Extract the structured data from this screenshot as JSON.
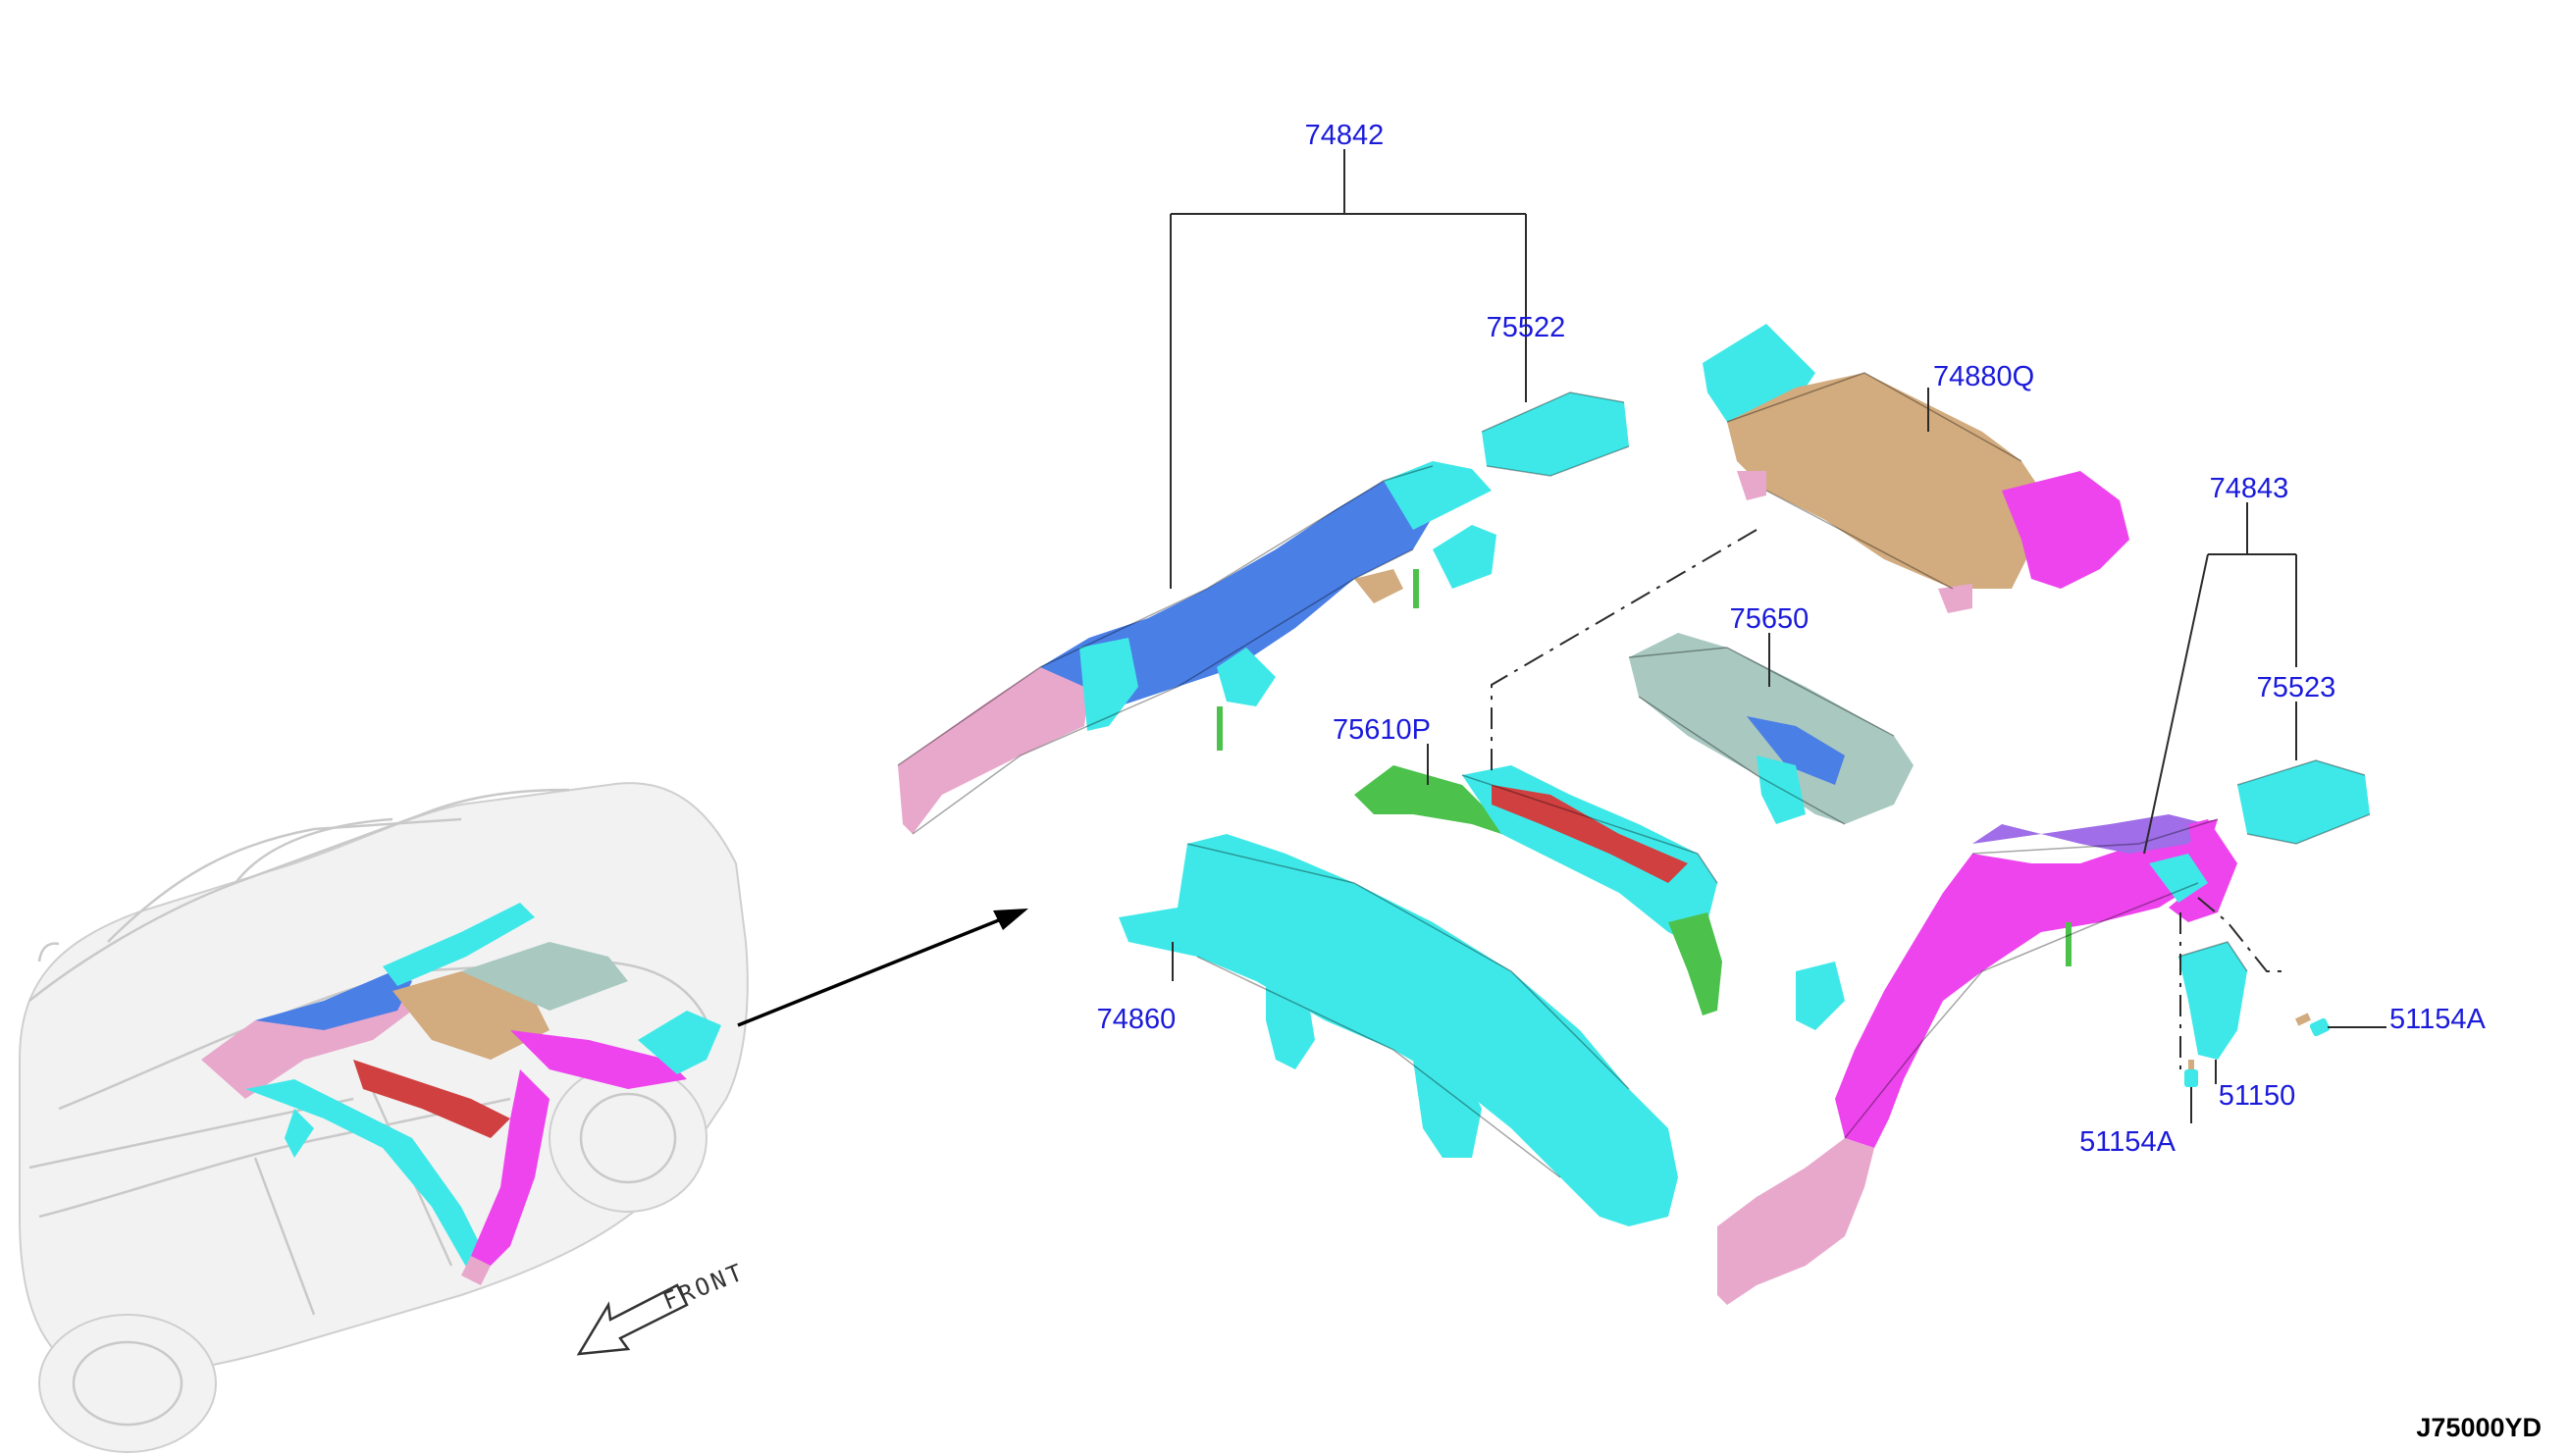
{
  "part_labels": {
    "p74842": "74842",
    "p75522": "75522",
    "p74880q": "74880Q",
    "p74843": "74843",
    "p75650": "75650",
    "p75523": "75523",
    "p75610p": "75610P",
    "p74860": "74860",
    "p51154a_right": "51154A",
    "p51150": "51150",
    "p51154a_bottom": "51154A"
  },
  "front_indicator": "FRONT",
  "diagram_code": "J75000YD",
  "colors": {
    "label": "#1a1adb",
    "cyan_part": "#3fe8e8",
    "blue_part": "#4a7fe6",
    "pink_part": "#e8a8cc",
    "magenta_part": "#ee44ee",
    "tan_part": "#d2ab7e",
    "green_part": "#4cc24c",
    "red_part": "#d04040",
    "gray_part": "#a8c8c0",
    "car_outline": "#c9c9c9"
  }
}
